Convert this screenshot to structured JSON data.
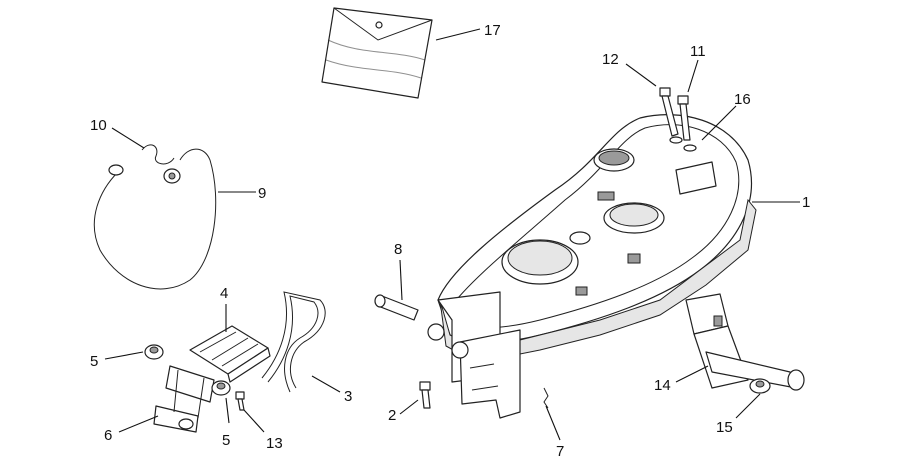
{
  "diagram": {
    "callouts": [
      {
        "id": "c1",
        "label": "1"
      },
      {
        "id": "c2",
        "label": "2"
      },
      {
        "id": "c3",
        "label": "3"
      },
      {
        "id": "c4",
        "label": "4"
      },
      {
        "id": "c5a",
        "label": "5"
      },
      {
        "id": "c5b",
        "label": "5"
      },
      {
        "id": "c6",
        "label": "6"
      },
      {
        "id": "c7",
        "label": "7"
      },
      {
        "id": "c8",
        "label": "8"
      },
      {
        "id": "c9",
        "label": "9"
      },
      {
        "id": "c10",
        "label": "10"
      },
      {
        "id": "c11",
        "label": "11"
      },
      {
        "id": "c12",
        "label": "12"
      },
      {
        "id": "c13",
        "label": "13"
      },
      {
        "id": "c14",
        "label": "14"
      },
      {
        "id": "c15",
        "label": "15"
      },
      {
        "id": "c16",
        "label": "16"
      },
      {
        "id": "c17",
        "label": "17"
      }
    ]
  }
}
